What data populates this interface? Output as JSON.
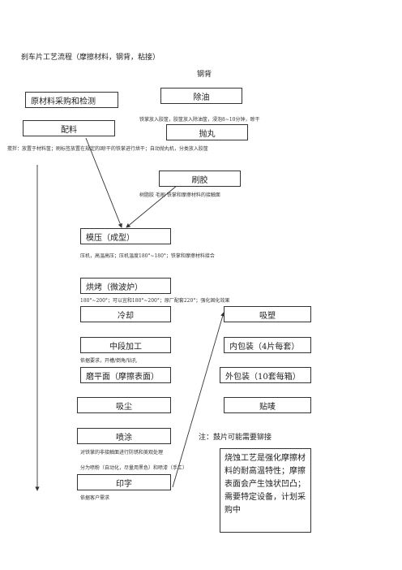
{
  "title": "刹车片工艺流程（摩擦材料，钢背，粘接）",
  "backplate_heading": "钢背",
  "boxes": {
    "raw_material": "原材料采购和检测",
    "batching": "配料",
    "degrease": "除油",
    "shot_blast": "抛丸",
    "glue_brush": "刷胶",
    "molding": "模压（成型）",
    "baking": "烘烤（微波炉）",
    "cooling": "冷却",
    "mid_machining": "中段加工",
    "grinding": "磨平面（摩擦表面）",
    "dust": "吸尘",
    "spraying": "喷涂",
    "printing": "印字",
    "plastic_wrap": "吸塑",
    "inner_pack": "内包装（4片每套）",
    "outer_pack": "外包装（10套每箱）",
    "sticker": "贴唛"
  },
  "notes": {
    "degrease": "铁掌放入胶筐，胶筐放入除油筐，浸泡8~10分钟，晾干",
    "batching": "搅拌：放置于材料筐；刷标签放置在规定的l晾干的铁掌进行烘干；自动抛丸机，分类放入胶筐",
    "glue": "树脂胶  毛刷  铁掌和摩擦材料的接触面",
    "molding": "压机，高温高压；压机温度180°~180°；铁掌和摩擦材料接合",
    "baking": "180°~200°；可以宜和180°~200°；原厂配套220°；强化固化效果",
    "machining": "依据要求，开槽/倒角/钻孔",
    "spraying_1": "对铁掌的非接触面进行防锈和美观处理",
    "spraying_2": "分为喷粉（自动化，尽量用黑色）和喷漆（手工）",
    "printing": "依据客户需求",
    "rivet": "注：鼓片可能需要铆接"
  },
  "side_note": "烧蚀工艺是强化摩擦材料的耐高温特性；摩擦表面会产生蚀状凹凸；需要特定设备，计划采购中"
}
